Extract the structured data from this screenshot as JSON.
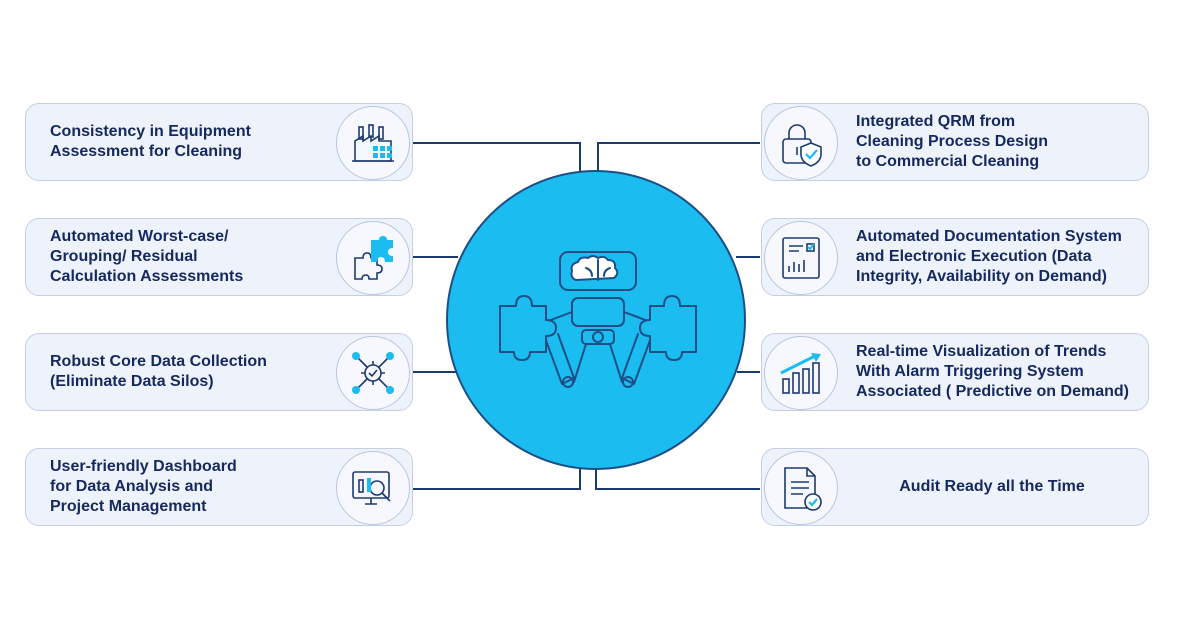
{
  "left_items": [
    {
      "label": "Consistency in Equipment\nAssessment for Cleaning",
      "icon": "factory-icon"
    },
    {
      "label": "Automated Worst-case/\nGrouping/ Residual\nCalculation Assessments",
      "icon": "puzzle-icon"
    },
    {
      "label": "Robust Core Data Collection\n(Eliminate Data Silos)",
      "icon": "network-gear-icon"
    },
    {
      "label": "User-friendly Dashboard\nfor Data Analysis and\nProject Management",
      "icon": "monitor-search-icon"
    }
  ],
  "right_items": [
    {
      "label": "Integrated QRM from\nCleaning Process Design\nto Commercial Cleaning",
      "icon": "lock-shield-icon"
    },
    {
      "label": "Automated Documentation System\nand Electronic Execution (Data\nIntegrity, Availability on Demand)",
      "icon": "report-icon"
    },
    {
      "label": "Real-time Visualization of Trends\nWith Alarm Triggering System\nAssociated ( Predictive on Demand)",
      "icon": "trend-chart-icon"
    },
    {
      "label": "Audit Ready all the Time",
      "icon": "document-check-icon"
    }
  ],
  "hub": {
    "icon": "robot-brain-puzzle-icon"
  },
  "colors": {
    "card_bg": "#eef2fb",
    "card_border": "#c4cfe4",
    "text": "#15295e",
    "hub_fill": "#1bbcf0",
    "hub_border": "#1d4f86",
    "line": "#1d3a6e"
  }
}
